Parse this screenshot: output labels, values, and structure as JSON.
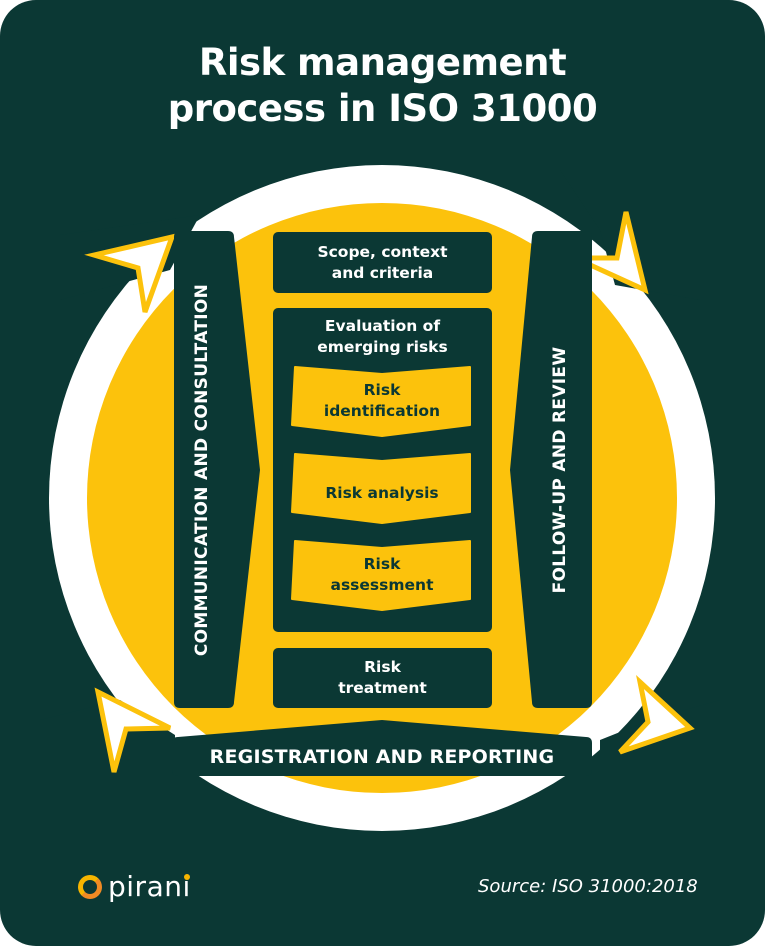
{
  "title": {
    "line1": "Risk management",
    "line2": "process in ISO 31000"
  },
  "colors": {
    "background": "#0b3834",
    "accent_yellow": "#fcc20c",
    "ring_white": "#ffffff",
    "text_light": "#ffffff",
    "text_dark": "#0b3834"
  },
  "side_columns": {
    "left": "COMMUNICATION AND CONSULTATION",
    "right": "FOLLOW-UP AND REVIEW"
  },
  "boxes": {
    "scope": {
      "line1": "Scope, context",
      "line2": "and criteria"
    },
    "evaluation": {
      "line1": "Evaluation of",
      "line2": "emerging risks"
    },
    "treatment": {
      "line1": "Risk",
      "line2": "treatment"
    }
  },
  "steps": [
    {
      "line1": "Risk",
      "line2": "identification"
    },
    {
      "line1": "Risk analysis",
      "line2": ""
    },
    {
      "line1": "Risk",
      "line2": "assessment"
    }
  ],
  "bottom_bar": "REGISTRATION AND REPORTING",
  "cycle_arrows": [
    "arrow-top-left",
    "arrow-top-right",
    "arrow-bottom-left",
    "arrow-bottom-right"
  ],
  "footer": {
    "brand": "pirani",
    "source": "Source: ISO 31000:2018"
  }
}
